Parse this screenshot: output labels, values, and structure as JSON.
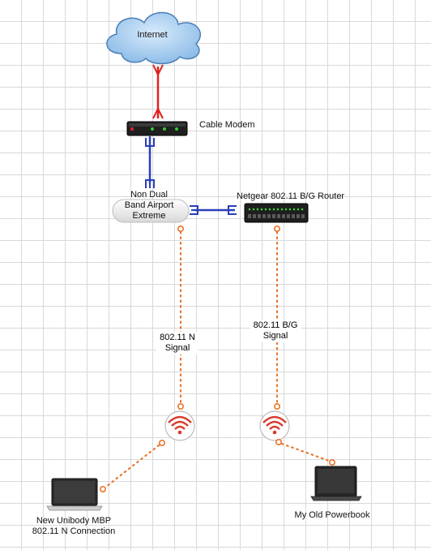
{
  "nodes": {
    "internet": "Internet",
    "modem": "Cable Modem",
    "airport": [
      "Non Dual",
      "Band Airport",
      "Extreme"
    ],
    "router": "Netgear 802.11 B/G Router",
    "signal_n": [
      "802.11 N",
      "Signal"
    ],
    "signal_bg": [
      "802.11 B/G",
      "Signal"
    ],
    "laptop_new": [
      "New Unibody MBP",
      "802.11 N Connection"
    ],
    "laptop_old": "My Old Powerbook"
  },
  "colors": {
    "wan_link": "#e02020",
    "ethernet_link": "#2a3fb8",
    "wireless_link": "#e8752a",
    "cloud_fill": "#a9cdf0",
    "wifi_icon": "#d93a2b"
  },
  "icons": [
    "cloud-icon",
    "modem-icon",
    "airport-icon",
    "router-icon",
    "wifi-icon",
    "laptop-icon"
  ]
}
